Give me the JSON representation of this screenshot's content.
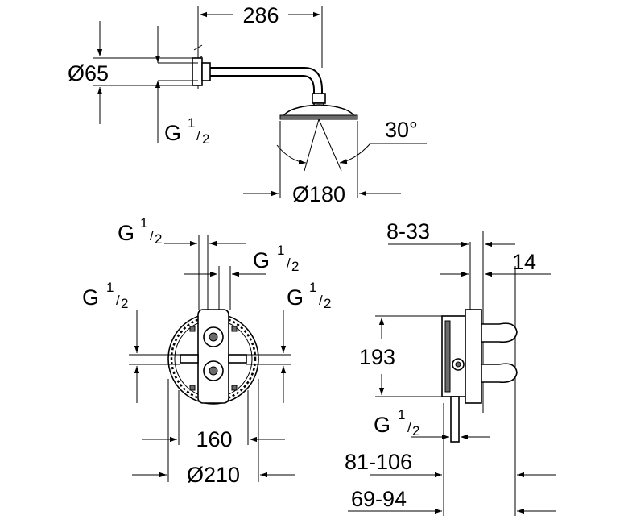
{
  "shower_head": {
    "arm_length": "286",
    "flange_diameter": "Ø65",
    "arm_thread": "G",
    "arm_thread_frac_num": "1",
    "arm_thread_frac_den": "2",
    "tilt_angle": "30°",
    "head_diameter": "Ø180"
  },
  "mixer_front": {
    "thread_top_left": "G",
    "thread_top_left_num": "1",
    "thread_top_left_den": "2",
    "thread_top_right": "G",
    "thread_top_right_num": "1",
    "thread_top_right_den": "2",
    "thread_left": "G",
    "thread_left_num": "1",
    "thread_left_den": "2",
    "thread_right": "G",
    "thread_right_num": "1",
    "thread_right_den": "2",
    "inner_width": "160",
    "plate_diameter": "Ø210"
  },
  "mixer_side": {
    "depth_range": "8-33",
    "wall_offset": "14",
    "height": "193",
    "bottom_thread": "G",
    "bottom_thread_num": "1",
    "bottom_thread_den": "2",
    "range_a": "81-106",
    "range_b": "69-94"
  }
}
